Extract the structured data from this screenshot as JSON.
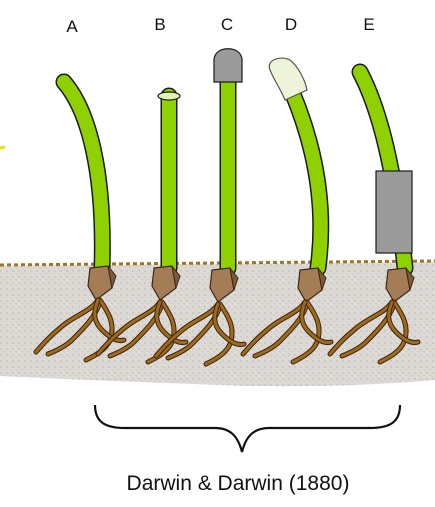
{
  "plants": [
    {
      "label": "A",
      "treatment": "none"
    },
    {
      "label": "B",
      "treatment": "tip-removed"
    },
    {
      "label": "C",
      "treatment": "opaque-cap"
    },
    {
      "label": "D",
      "treatment": "transparent-cap"
    },
    {
      "label": "E",
      "treatment": "opaque-collar"
    }
  ],
  "caption": "Darwin & Darwin (1880)",
  "colors": {
    "stem": "#8fd000",
    "stem_outline": "#1a1a1a",
    "seed": "#a47c55",
    "root": "#a06a1c",
    "soil": "#d9d6d2",
    "soil_line": "#a2741e",
    "opaque_cap": "#9b9b9b",
    "transparent_cap": "#eef4d8",
    "light_ray": "#f0e000"
  }
}
